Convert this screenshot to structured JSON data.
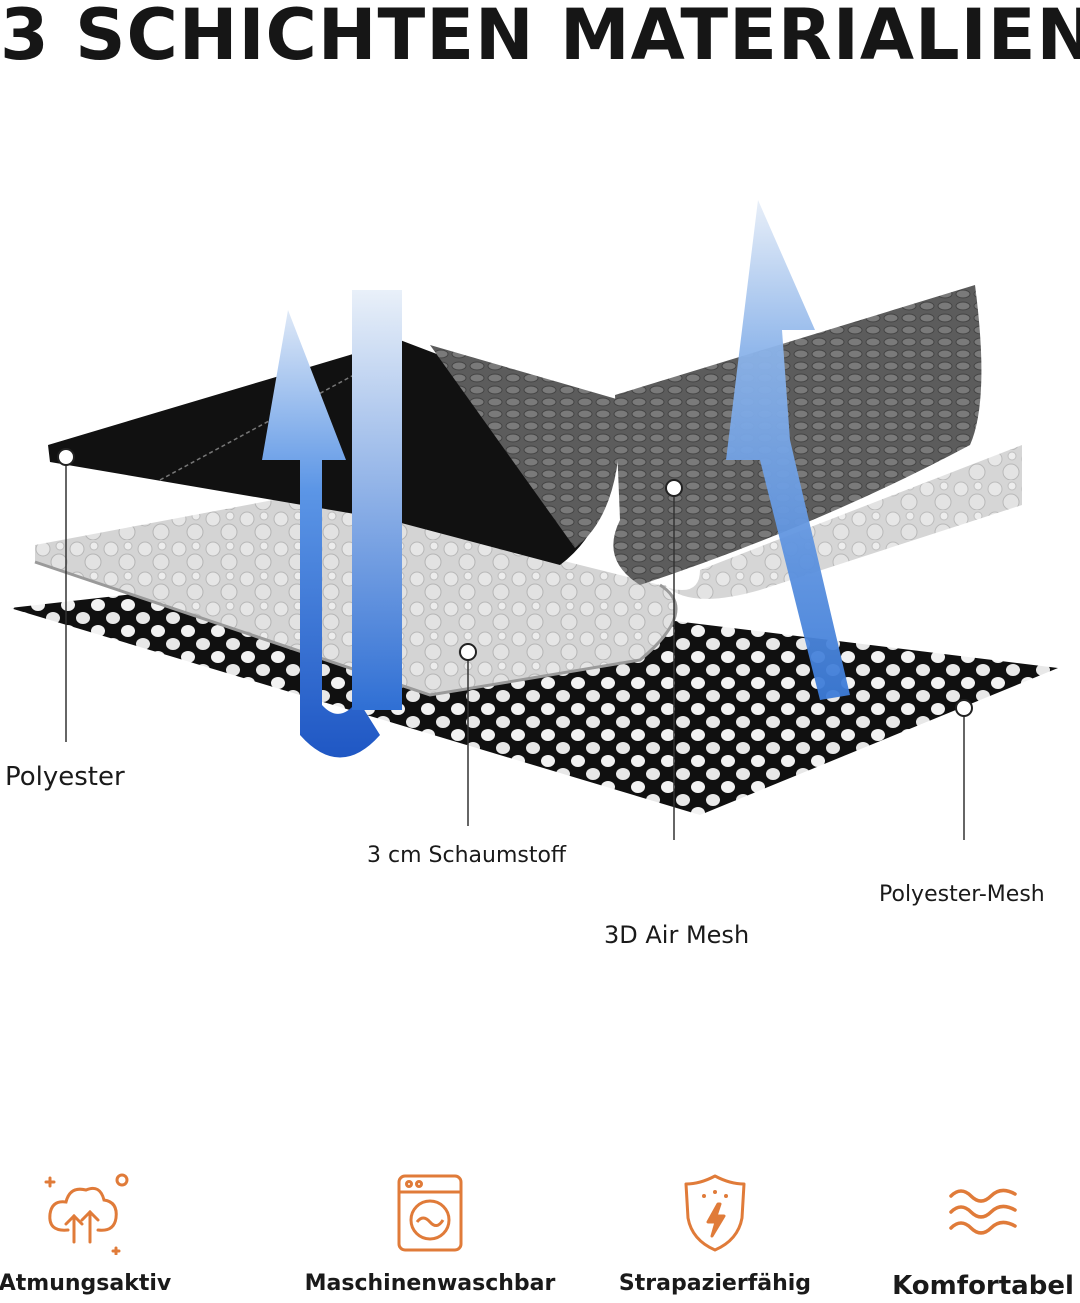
{
  "title": "3 SCHICHTEN MATERIALIEN",
  "layers": {
    "polyester": "Polyester",
    "foam": "3 cm Schaumstoff",
    "air_mesh": "3D Air Mesh",
    "polyester_mesh": "Polyester-Mesh"
  },
  "features": [
    {
      "label": "Atmungsaktiv",
      "icon": "breathable-icon"
    },
    {
      "label": "Maschinenwaschbar",
      "icon": "washing-machine-icon"
    },
    {
      "label": "Strapazierfähig",
      "icon": "durable-shield-icon"
    },
    {
      "label": "Komfortabel",
      "icon": "comfort-waves-icon"
    }
  ],
  "colors": {
    "accent": "#e07b39",
    "arrow_blue": "#3a78d8",
    "polyester_black": "#111111",
    "foam_gray": "#cfcfcf",
    "mesh_gray": "#6b6b6b"
  }
}
